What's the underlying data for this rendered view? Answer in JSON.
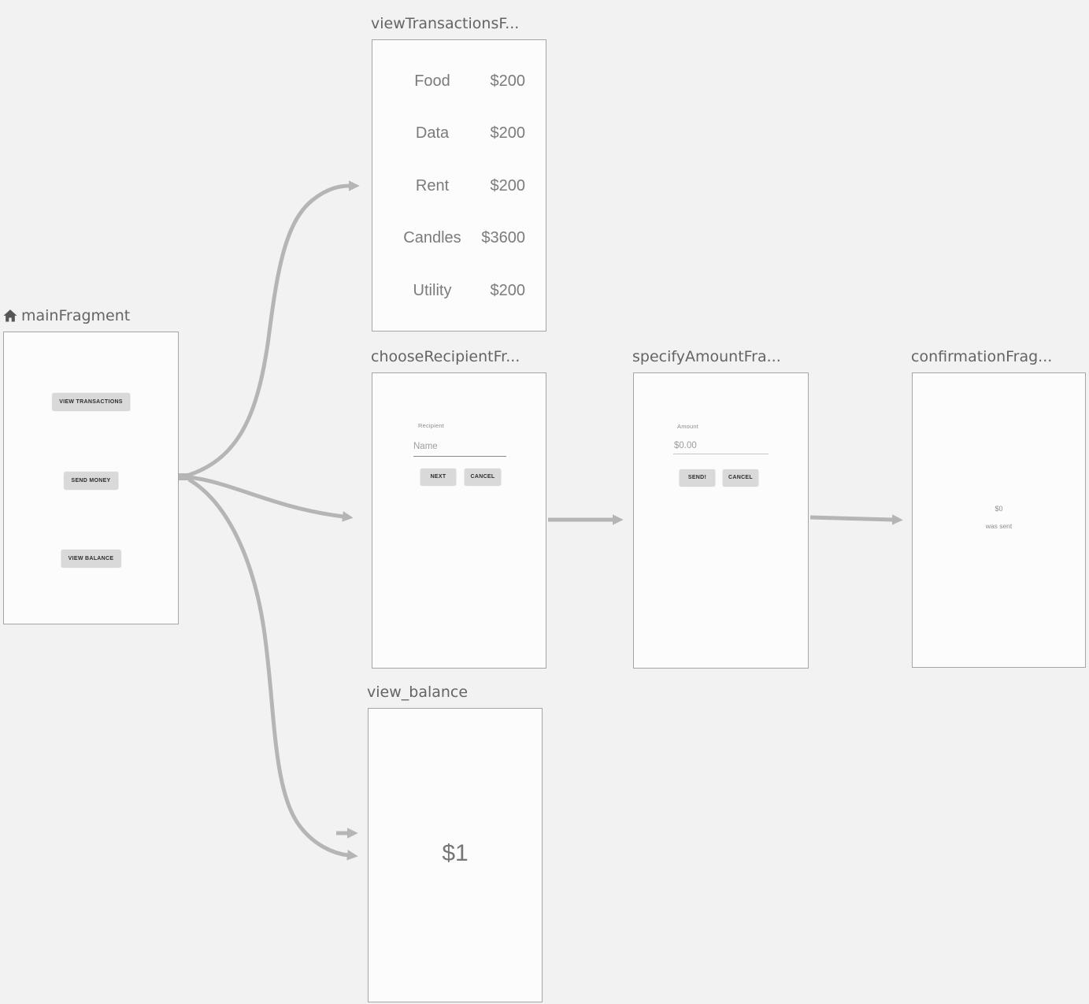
{
  "editor": {
    "type_label": "navigation-graph",
    "colors": {
      "canvas_bg": "#f2f2f2",
      "panel_bg": "#fcfcfc",
      "panel_border": "#a5a5a5",
      "title_text": "#646464",
      "arrow": "#b5b5b5",
      "preview_text": "#7b7b7b",
      "button_bg": "#d9d9d9"
    },
    "icons": {
      "home_icon": "start-destination-home"
    }
  },
  "fragments": {
    "main": {
      "title": "mainFragment",
      "buttons": [
        {
          "label": "VIEW TRANSACTIONS"
        },
        {
          "label": "SEND MONEY"
        },
        {
          "label": "VIEW BALANCE"
        }
      ]
    },
    "view_transactions": {
      "title": "viewTransactionsF...",
      "rows": [
        {
          "label": "Food",
          "amount": "$200"
        },
        {
          "label": "Data",
          "amount": "$200"
        },
        {
          "label": "Rent",
          "amount": "$200"
        },
        {
          "label": "Candles",
          "amount": "$3600"
        },
        {
          "label": "Utility",
          "amount": "$200"
        }
      ]
    },
    "choose_recipient": {
      "title": "chooseRecipientFr...",
      "field_label": "Recipient",
      "field_hint": "Name",
      "next_label": "NEXT",
      "cancel_label": "CANCEL"
    },
    "specify_amount": {
      "title": "specifyAmountFra...",
      "field_label": "Amount",
      "field_value": "$0.00",
      "send_label": "SEND!",
      "cancel_label": "CANCEL"
    },
    "confirmation": {
      "title": "confirmationFrag...",
      "amount": "$0",
      "message": "was sent"
    },
    "view_balance": {
      "title": "view_balance",
      "balance": "$1"
    }
  }
}
